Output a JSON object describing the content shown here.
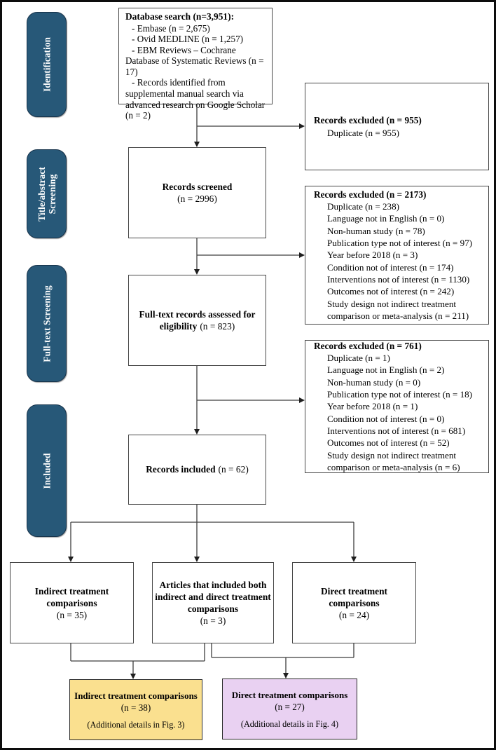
{
  "stages": [
    {
      "lines": [
        "Identification"
      ]
    },
    {
      "lines": [
        "Title/abstract",
        "Screening"
      ]
    },
    {
      "lines": [
        "Full-text Screening"
      ]
    },
    {
      "lines": [
        "Included"
      ]
    }
  ],
  "boxes": {
    "database": {
      "title": "Database search (n=3,951):",
      "items": [
        "- Embase (n = 2,675)",
        "- Ovid MEDLINE (n = 1,257)",
        "- EBM Reviews – Cochrane Database of Systematic Reviews (n = 17)",
        "- Records identified from supplemental manual search via advanced research on Google Scholar (n = 2)"
      ]
    },
    "records_screened": {
      "title": "Records screened",
      "count": "(n = 2996)"
    },
    "fulltext_assessed": {
      "lines": [
        "Full-text records assessed for",
        "eligibility"
      ],
      "count": "(n = 823)"
    },
    "records_included": {
      "title": "Records included",
      "count": "(n = 62)"
    },
    "excluded_duplicates": {
      "title": "Records excluded (n = 955)",
      "items": [
        "Duplicate (n = 955)"
      ]
    },
    "excluded_screening": {
      "title": "Records excluded (n = 2173)",
      "items": [
        "Duplicate (n = 238)",
        "Language not in English (n = 0)",
        "Non-human study (n = 78)",
        "Publication type not of interest (n = 97)",
        "Year before 2018 (n = 3)",
        "Condition not of interest (n = 174)",
        "Interventions not of interest (n = 1130)",
        "Outcomes not of interest (n = 242)",
        "Study design not indirect treatment comparison or meta-analysis (n = 211)"
      ]
    },
    "excluded_fulltext": {
      "title": "Records excluded (n = 761)",
      "items": [
        "Duplicate (n = 1)",
        "Language not in English (n = 2)",
        "Non-human study (n = 0)",
        "Publication type not of interest (n = 18)",
        "Year before 2018 (n = 1)",
        "Condition not of interest (n = 0)",
        "Interventions not of interest (n = 681)",
        "Outcomes not of interest (n = 52)",
        "Study design not indirect treatment comparison or meta-analysis (n = 6)"
      ]
    },
    "indirect": {
      "lines": [
        "Indirect treatment",
        "comparisons"
      ],
      "count": "(n = 35)"
    },
    "both": {
      "lines": [
        "Articles that included both",
        "indirect and direct treatment",
        "comparisons"
      ],
      "count": "(n = 3)"
    },
    "direct": {
      "lines": [
        "Direct treatment",
        "comparisons"
      ],
      "count": "(n = 24)"
    },
    "indirect_total": {
      "title": "Indirect treatment comparisons",
      "count": "(n = 38)",
      "note": "(Additional details in Fig. 3)"
    },
    "direct_total": {
      "title": "Direct treatment comparisons",
      "count": "(n = 27)",
      "note": "(Additional details in Fig. 4)"
    }
  },
  "colors": {
    "stage_label_fill": "#275878",
    "indirect_total_fill": "#FAE08F",
    "direct_total_fill": "#E9D1F2",
    "connector": "#3D3D3D"
  }
}
